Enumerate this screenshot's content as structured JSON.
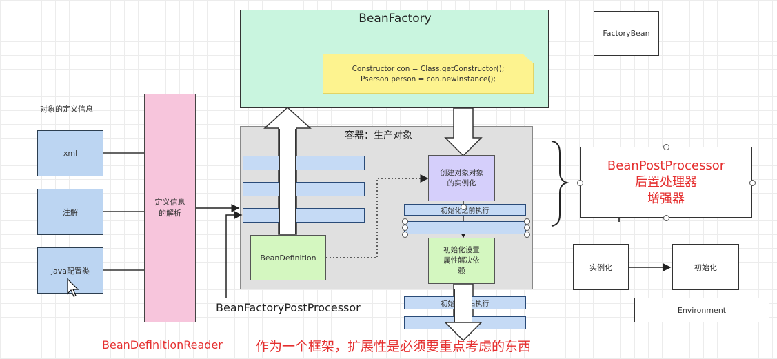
{
  "bean_factory": {
    "title": "BeanFactory",
    "note_line1": "Constructor con = Class.getConstructor();",
    "note_line2": "Pserson person = con.newInstance();"
  },
  "factory_bean": {
    "label": "FactoryBean"
  },
  "left": {
    "title": "对象的定义信息",
    "xml": "xml",
    "annotation": "注解",
    "java_config": "java配置类",
    "parser": "定义信息的解析"
  },
  "container": {
    "title": "容器：生产对象",
    "bean_definition": "BeanDefinition",
    "create_object": "创建对象对象的实例化",
    "init_before": "初始化之前执行",
    "init_block": "初始化设置属性解决依赖",
    "init_after": "初始化之后执行"
  },
  "bean_factory_post_processor": "BeanFactoryPostProcessor",
  "bean_post_processor": {
    "line1": "BeanPostProcessor",
    "line2": "后置处理器",
    "line3": "增强器"
  },
  "lifecycle": {
    "instantiate": "实例化",
    "initialize": "初始化",
    "environment": "Environment"
  },
  "footer": {
    "reader": "BeanDefinitionReader",
    "note": "作为一个框架，扩展性是必须要重点考虑的东西"
  },
  "colors": {
    "bean_factory_bg": "#c9f5df",
    "note_bg": "#fdf38f",
    "pink": "#f7c5dc",
    "container_bg": "#e0e0e0",
    "create_bg": "#d5cffb",
    "green_bg": "#d4f7c0",
    "red_text": "#e53030"
  }
}
